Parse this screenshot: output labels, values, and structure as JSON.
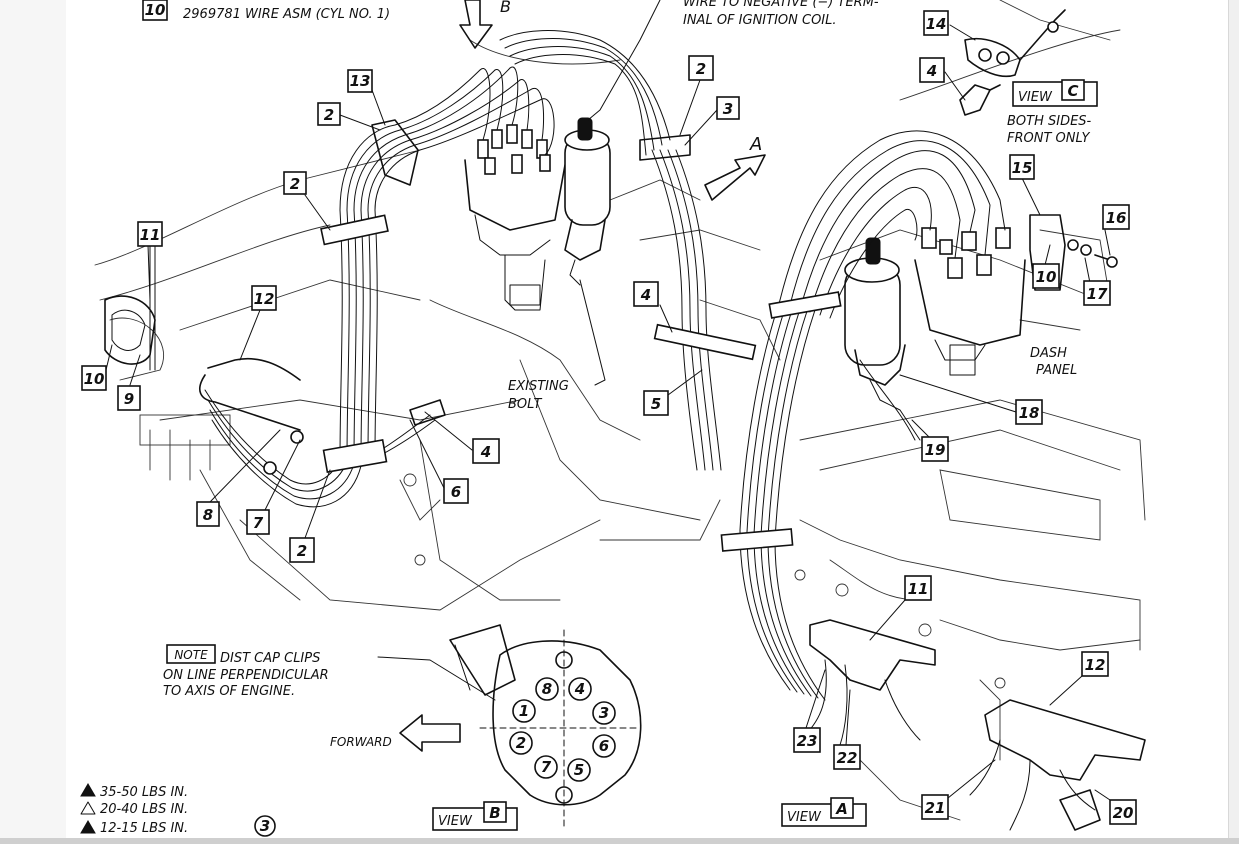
{
  "wire_asm": {
    "box": "10",
    "label": "2969781 WIRE ASM (CYL NO. 1)"
  },
  "coil_note": {
    "line1": "WIRE TO NEGATIVE (−) TERM-",
    "line2": "INAL OF IGNITION COIL."
  },
  "view_c": {
    "label": "VIEW",
    "letter": "C",
    "note1": "BOTH SIDES-",
    "note2": "FRONT ONLY"
  },
  "view_b": {
    "label": "VIEW",
    "letter": "B"
  },
  "view_a": {
    "label": "VIEW",
    "letter": "A"
  },
  "arrow_a": "A",
  "arrow_b": "B",
  "existing_bolt": {
    "line1": "EXISTING",
    "line2": "BOLT"
  },
  "dash_panel": {
    "line1": "DASH",
    "line2": "PANEL"
  },
  "note": {
    "tag": "NOTE",
    "line1": "DIST CAP CLIPS",
    "line2": "ON LINE PERPENDICULAR",
    "line3": "TO AXIS OF ENGINE."
  },
  "forward": "FORWARD",
  "torque": [
    {
      "text": "35-50 LBS IN."
    },
    {
      "text": "20-40 LBS IN."
    },
    {
      "text": "12-15 LBS IN.",
      "circle": "3"
    }
  ],
  "callouts": {
    "c13": "13",
    "c2a": "2",
    "c2b": "2",
    "c2c": "2",
    "c2d": "2",
    "c3": "3",
    "c11a": "11",
    "c12a": "12",
    "c10": "10",
    "c9": "9",
    "c8": "8",
    "c7": "7",
    "c4a": "4",
    "c4b": "4",
    "c5": "5",
    "c6": "6",
    "c14": "14",
    "c4c": "4",
    "c15": "15",
    "c16": "16",
    "c10b": "10",
    "c17": "17",
    "c18": "18",
    "c19": "19",
    "c11b": "11",
    "c12b": "12",
    "c23": "23",
    "c22": "22",
    "c21": "21",
    "c20": "20"
  },
  "firing_order": [
    "8",
    "4",
    "3",
    "6",
    "5",
    "7",
    "2",
    "1"
  ]
}
